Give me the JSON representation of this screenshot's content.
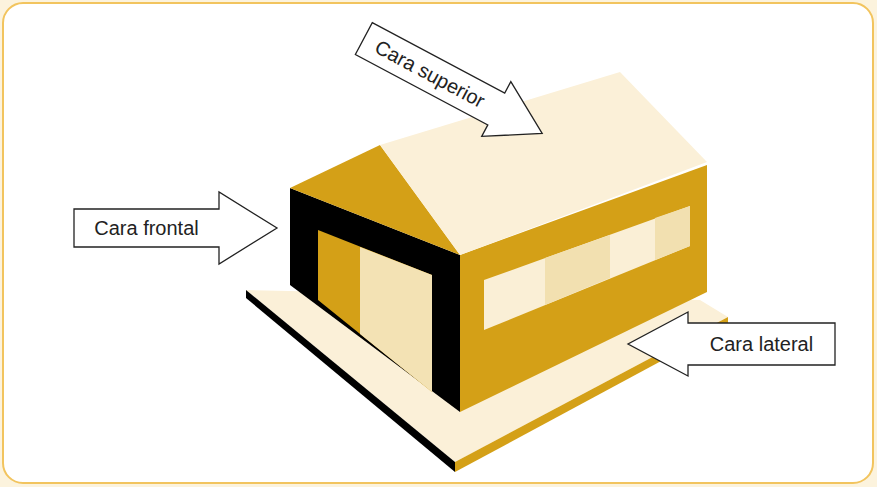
{
  "diagram": {
    "nodes": [
      {
        "text": [
          "Cara superior"
        ]
      },
      {
        "text": [
          "Cara frontal"
        ]
      },
      {
        "text": [
          "Cara lateral"
        ]
      }
    ]
  }
}
